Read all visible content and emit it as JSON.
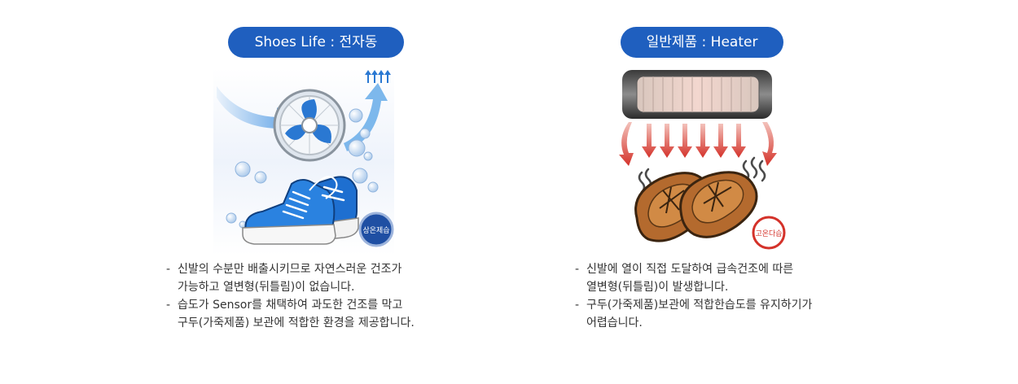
{
  "colors": {
    "pill_bg": "#1f5fbf",
    "pill_text": "#ffffff",
    "text": "#333333",
    "heat_red": "#d4322a",
    "fan_blue": "#2a78d2"
  },
  "left": {
    "title": "Shoes Life : 전자동",
    "badge": "상온제습",
    "icons": [
      "fan-icon",
      "sneakers-image",
      "airflow-arrow-icon",
      "bubbles-icon"
    ],
    "notes": [
      {
        "dash": "-",
        "lines": [
          "신발의 수분만 배출시키므로 자연스러운 건조가",
          "가능하고 열변형(뒤틀림)이 없습니다."
        ]
      },
      {
        "dash": "-",
        "lines": [
          "습도가 Sensor를 채택하여 과도한 건조를 막고",
          "구두(가죽제품) 보관에 적합한 환경을 제공합니다."
        ]
      }
    ]
  },
  "right": {
    "title": "일반제품 : Heater",
    "badge": "고온다습",
    "icons": [
      "heater-icon",
      "heat-arrows-icon",
      "slippers-image",
      "steam-icon"
    ],
    "notes": [
      {
        "dash": "-",
        "lines": [
          "신발에 열이 직접 도달하여 급속건조에 따른",
          "열변형(뒤틀림)이 발생합니다."
        ]
      },
      {
        "dash": "-",
        "lines": [
          "구두(가죽제품)보관에 적합한습도를 유지하기가",
          "어렵습니다."
        ]
      }
    ]
  }
}
